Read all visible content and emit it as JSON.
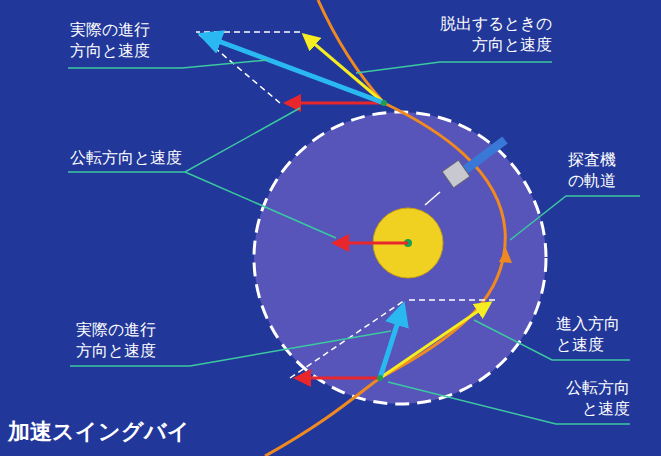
{
  "diagram": {
    "labels": [
      "実際の進行 方向と速度",
      "脱出するときの 方向と速度",
      "公転方向と速度",
      "探査機 の軌道",
      "進入方向 と速度",
      "実際の進行 方向と速度",
      "公転方向 と速度",
      "加速スイングバイ"
    ]
  }
}
